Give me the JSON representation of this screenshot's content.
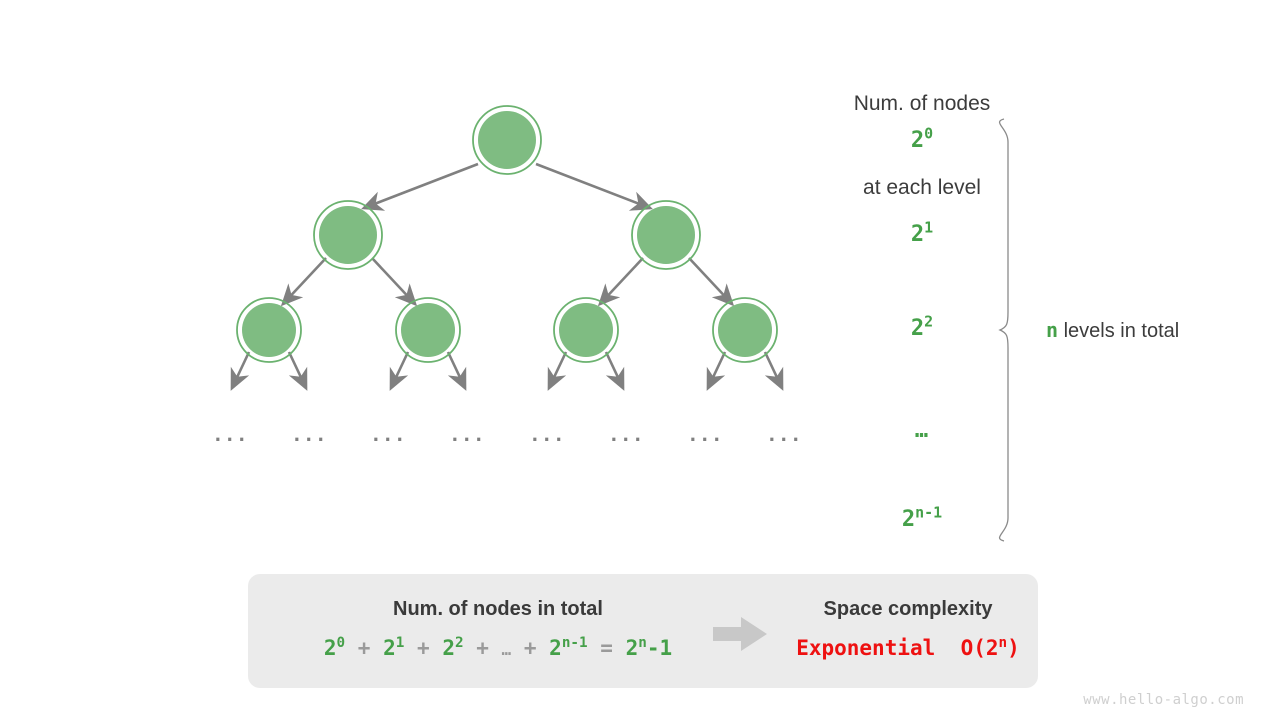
{
  "header": {
    "line1": "Num. of nodes",
    "line2": "at each level"
  },
  "levels": [
    {
      "label": "2",
      "exp": "0"
    },
    {
      "label": "2",
      "exp": "1"
    },
    {
      "label": "2",
      "exp": "2"
    },
    {
      "label": "…",
      "exp": ""
    },
    {
      "label": "2",
      "exp": "n-1"
    }
  ],
  "brace": {
    "n_symbol": "n",
    "caption": "levels in total"
  },
  "tree": {
    "ellipsis": "...",
    "ellipsis_count": 8,
    "node_fill": "#7fbc82",
    "node_ring": "#6bb26f",
    "edge_color": "#808080"
  },
  "summary": {
    "total_title": "Num. of nodes in total",
    "formula": {
      "term0": "2",
      "term0_exp": "0",
      "plus1": "+",
      "term1": "2",
      "term1_exp": "1",
      "plus2": "+",
      "term2": "2",
      "term2_exp": "2",
      "plus3": "+",
      "dots": "…",
      "plus4": "+",
      "term3": "2",
      "term3_exp": "n-1",
      "equals": "=",
      "result": "2",
      "result_exp": "n",
      "result_tail": "-1"
    },
    "space_title": "Space complexity",
    "complexity_word": "Exponential",
    "complexity_big_o": "O(2",
    "complexity_exp": "n",
    "complexity_close": ")"
  },
  "watermark": "www.hello-algo.com",
  "colors": {
    "green_text": "#45a049",
    "node_green": "#7fbc82",
    "red": "#ee1111",
    "gray_text": "#3c3c3c",
    "panel_bg": "#ebebeb",
    "arrow_gray": "#c8c8c8"
  }
}
